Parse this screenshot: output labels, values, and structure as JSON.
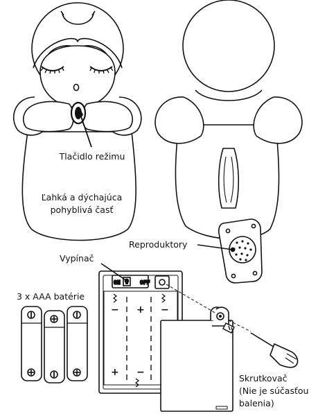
{
  "labels": {
    "mode_button": "Tlačidlo režimu",
    "moving_part_line1": "Ľahká a dýchajúca",
    "moving_part_line2": "pohyblivá časť",
    "speakers": "Reproduktory",
    "power_switch": "Vypínač",
    "batteries": "3 x AAA batérie",
    "screwdriver_line1": "Skrutkovač",
    "screwdriver_line2": "(Nie je súčasťou",
    "screwdriver_line3": "balenia)"
  },
  "switch": {
    "on": "ON",
    "off": "OFF"
  },
  "polarity": {
    "plus": "+",
    "minus": "−"
  }
}
